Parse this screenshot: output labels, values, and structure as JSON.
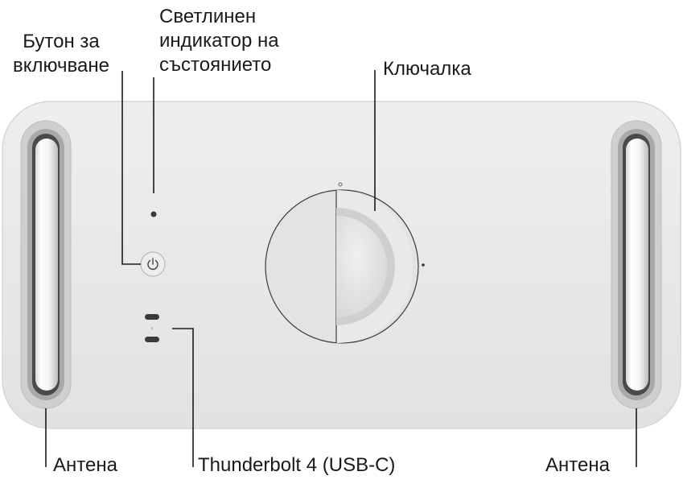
{
  "labels": {
    "power_button": [
      "Бутон за",
      "включване"
    ],
    "status_light": [
      "Светлинен",
      "индикатор на",
      "състоянието"
    ],
    "latch": "Ключалка",
    "antenna_left": "Антена",
    "thunderbolt": "Thunderbolt 4 (USB-C)",
    "antenna_right": "Антена"
  },
  "colors": {
    "case": "#e6e6e6",
    "case_edge": "#d0d0d0",
    "callout_line": "#1a1a1a"
  }
}
